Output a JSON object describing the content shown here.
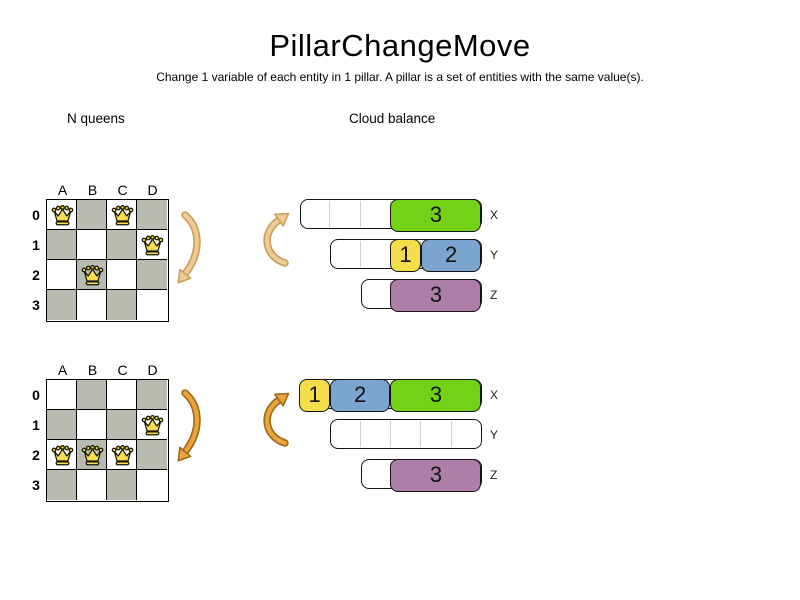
{
  "title": "PillarChangeMove",
  "subtitle": "Change 1 variable of each entity in 1 pillar. A pillar is a set of entities with the same value(s).",
  "sections": {
    "left": "N queens",
    "right": "Cloud balance"
  },
  "board": {
    "columns": [
      "A",
      "B",
      "C",
      "D"
    ],
    "rows": [
      "0",
      "1",
      "2",
      "3"
    ]
  },
  "boards": [
    {
      "id": "before",
      "queens": [
        {
          "col": "A",
          "row": "0"
        },
        {
          "col": "C",
          "row": "0"
        },
        {
          "col": "D",
          "row": "1"
        },
        {
          "col": "B",
          "row": "2"
        }
      ]
    },
    {
      "id": "after",
      "queens": [
        {
          "col": "D",
          "row": "1"
        },
        {
          "col": "A",
          "row": "2"
        },
        {
          "col": "B",
          "row": "2"
        },
        {
          "col": "C",
          "row": "2"
        }
      ]
    }
  ],
  "cloud": {
    "groups": [
      {
        "id": "before",
        "bars": [
          {
            "label": "X",
            "units": 6,
            "blocks": [
              {
                "start": 3,
                "size": 3,
                "value": "3",
                "color": "green"
              }
            ]
          },
          {
            "label": "Y",
            "units": 5,
            "blocks": [
              {
                "start": 2,
                "size": 1,
                "value": "1",
                "color": "yellow"
              },
              {
                "start": 3,
                "size": 2,
                "value": "2",
                "color": "blue"
              }
            ]
          },
          {
            "label": "Z",
            "units": 4,
            "blocks": [
              {
                "start": 1,
                "size": 3,
                "value": "3",
                "color": "purple"
              }
            ]
          }
        ]
      },
      {
        "id": "after",
        "bars": [
          {
            "label": "X",
            "units": 6,
            "blocks": [
              {
                "start": 0,
                "size": 1,
                "value": "1",
                "color": "yellow"
              },
              {
                "start": 1,
                "size": 2,
                "value": "2",
                "color": "blue"
              },
              {
                "start": 3,
                "size": 3,
                "value": "3",
                "color": "green"
              }
            ]
          },
          {
            "label": "Y",
            "units": 5,
            "blocks": []
          },
          {
            "label": "Z",
            "units": 4,
            "blocks": [
              {
                "start": 1,
                "size": 3,
                "value": "3",
                "color": "purple"
              }
            ]
          }
        ]
      }
    ]
  },
  "colors": {
    "green": "#73d216",
    "yellow": "#f5de4c",
    "blue": "#7ba4cf",
    "purple": "#ad7fa8",
    "board_gray": "#b8bcb0",
    "queen_gold": "#f7dd4f",
    "arrow_light": "#eecb96",
    "arrow_light_outline": "#c9a05c",
    "arrow_dark": "#eba43c",
    "arrow_dark_outline": "#9a6c1c"
  }
}
